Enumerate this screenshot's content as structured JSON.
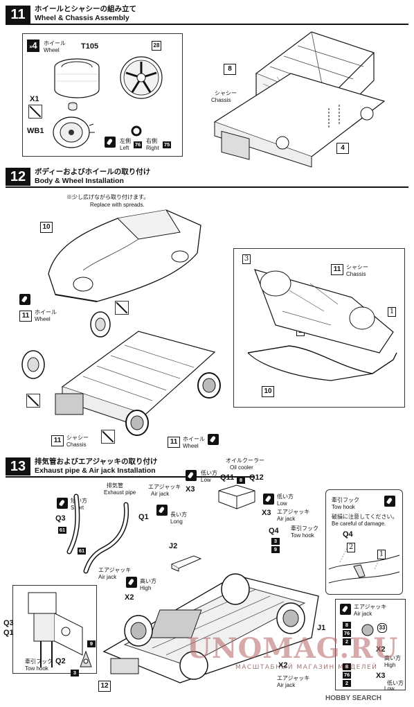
{
  "step11": {
    "number": "11",
    "title_jp": "ホイールとシャシーの組み立て",
    "title_en": "Wheel & Chassis Assembly",
    "qty": "4",
    "wheel_jp": "ホイール",
    "wheel_en": "Wheel",
    "t105": "T105",
    "x1": "X1",
    "wb1": "WB1",
    "part28": "28",
    "left_jp": "左側",
    "left_en": "Left",
    "left_code": "76",
    "right_jp": "右側",
    "right_en": "Right",
    "right_code": "75",
    "part8": "8",
    "chassis_jp": "シャシー",
    "chassis_en": "Chassis",
    "part4": "4"
  },
  "step12": {
    "number": "12",
    "title_jp": "ボディーおよびホイールの取り付け",
    "title_en": "Body & Wheel Installation",
    "note_jp": "※少し広げながら取り付けます。",
    "note_en": "Replace with spreads.",
    "part10": "10",
    "part11": "11",
    "wheel_jp": "ホイール",
    "wheel_en": "Wheel",
    "chassis_jp": "シャシー",
    "chassis_en": "Chassis",
    "detail_1": "1",
    "detail_2": "2",
    "detail_3": "3"
  },
  "step13": {
    "number": "13",
    "title_jp": "排気管およびエアジャッキの取り付け",
    "title_en": "Exhaust pipe & Air jack Installation",
    "exhaust_jp": "排気管",
    "exhaust_en": "Exhaust pipe",
    "short_jp": "短い方",
    "short_en": "Short",
    "long_jp": "長い方",
    "long_en": "Long",
    "q3": "Q3",
    "q1": "Q1",
    "code61": "61",
    "airjack_jp": "エアジャッキ",
    "airjack_en": "Air jack",
    "x3": "X3",
    "low_jp": "低い方",
    "low_en": "Low",
    "high_jp": "高い方",
    "high_en": "High",
    "x2": "X2",
    "oilcooler_jp": "オイルクーラー",
    "oilcooler_en": "Oil cooler",
    "q11": "Q11",
    "q12": "Q12",
    "code8": "8",
    "j2": "J2",
    "q4": "Q4",
    "code3": "3",
    "code9": "9",
    "towhook_jp": "牽引フック",
    "towhook_en": "Tow hook",
    "careful_jp": "破損に注意してください。",
    "careful_en": "Be careful of damage.",
    "q2": "Q2",
    "part12": "12",
    "j1": "J1",
    "legend_airjack_jp": "エアジャッキ",
    "legend_airjack_en": "Air jack",
    "code76": "76",
    "code33": "33",
    "code2": "2"
  },
  "watermark": {
    "main": "UNOMAG.RU",
    "sub": "МАСШТАБНЫЙ МАГАЗИН МОДЕЛЕЙ",
    "hobby": "HOBBY SEARCH"
  }
}
